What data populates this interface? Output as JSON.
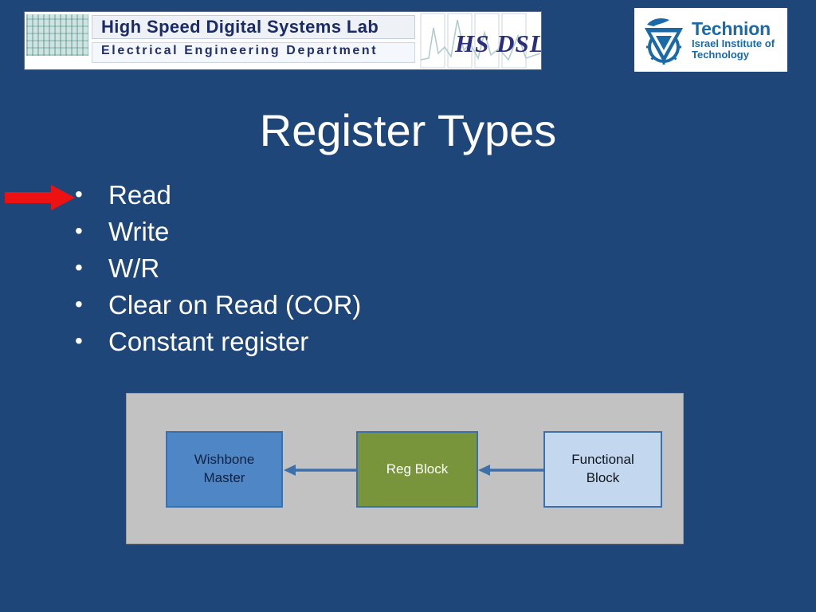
{
  "slide": {
    "background_color": "#1f4679",
    "title": "Register Types"
  },
  "hsdsl_logo": {
    "title": "High Speed Digital Systems Lab",
    "subtitle": "Electrical Engineering Department",
    "mark": "HS DSL",
    "text_color": "#1a2b66"
  },
  "technion_logo": {
    "name": "Technion",
    "sub1": "Israel Institute of",
    "sub2": "Technology",
    "brand_color": "#1a6aa8"
  },
  "pointer": {
    "color": "#ee1111",
    "points_at": "Read"
  },
  "bullets": [
    {
      "marker": "•",
      "label": "Read"
    },
    {
      "marker": "•",
      "label": "Write"
    },
    {
      "marker": "•",
      "label": "W/R"
    },
    {
      "marker": "•",
      "label": "Clear on Read (COR)"
    },
    {
      "marker": "•",
      "label": "Constant register"
    }
  ],
  "diagram": {
    "panel_color": "#c2c2c2",
    "arrow_color": "#3d6fa8",
    "nodes": [
      {
        "id": "wishbone",
        "label": "Wishbone\nMaster",
        "line1": "Wishbone",
        "line2": "Master",
        "fill": "#4f86c6"
      },
      {
        "id": "regblock",
        "label": "Reg Block",
        "line1": "Reg Block",
        "line2": "",
        "fill": "#79953b"
      },
      {
        "id": "functional",
        "label": "Functional\nBlock",
        "line1": "Functional",
        "line2": "Block",
        "fill": "#c3d7ef"
      }
    ],
    "edges": [
      {
        "from": "regblock",
        "to": "wishbone",
        "direction": "left"
      },
      {
        "from": "functional",
        "to": "regblock",
        "direction": "left"
      }
    ]
  }
}
